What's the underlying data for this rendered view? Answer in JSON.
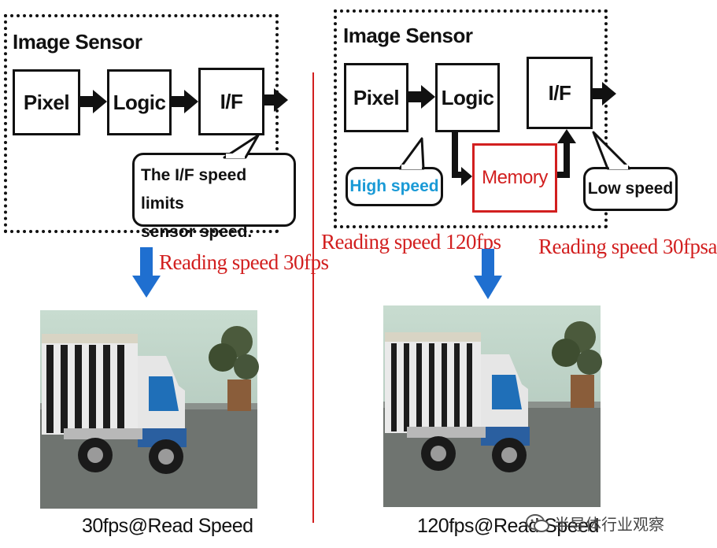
{
  "left": {
    "sensor_title": "Image Sensor",
    "blocks": [
      "Pixel",
      "Logic",
      "I/F"
    ],
    "callout": [
      "The I/F speed limits",
      "sensor speed."
    ],
    "reading_speed": "Reading speed 30fps",
    "caption": "30fps@Read Speed"
  },
  "right": {
    "sensor_title": "Image Sensor",
    "blocks": [
      "Pixel",
      "Logic",
      "I/F"
    ],
    "memory": "Memory",
    "high_speed": "High speed",
    "low_speed": "Low speed",
    "reading_speed_in": "Reading speed 120fps",
    "reading_speed_out": "Reading speed 30fpsa",
    "caption": "120fps@Read Speed"
  },
  "watermark": "半导体行业观察",
  "colors": {
    "red": "#d21f1f",
    "blue_arrow": "#1f6fd0",
    "high_speed_text": "#1a9ad6",
    "divider": "#d21f1f"
  }
}
